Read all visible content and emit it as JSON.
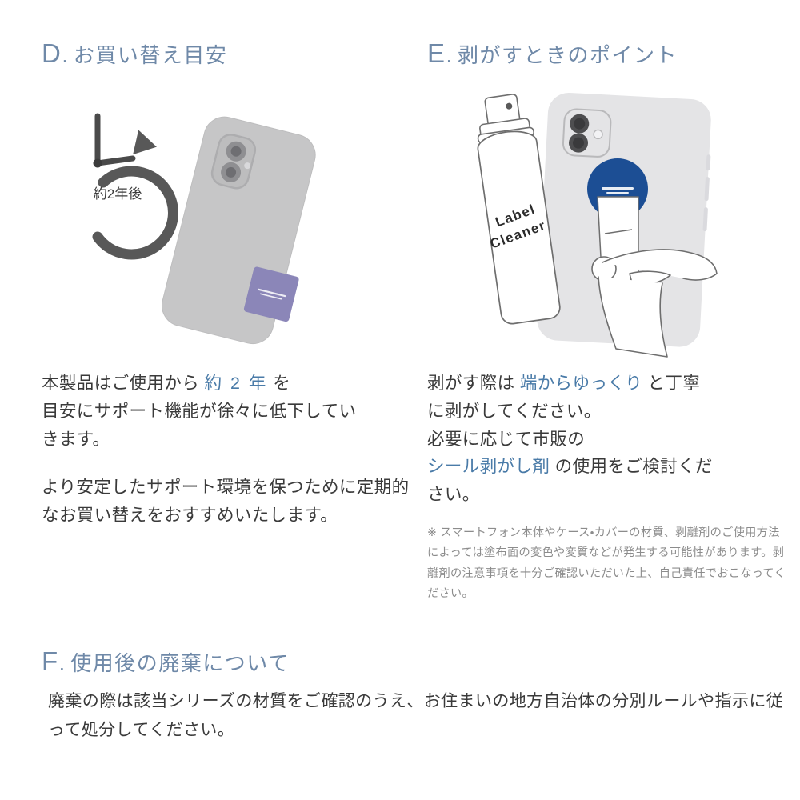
{
  "sections": {
    "d": {
      "letter": "D",
      "dot": ".",
      "title": "お買い替え目安",
      "illustration": {
        "clock_label": "約2年後",
        "clock_icon": "clock-rotate-arrow-icon",
        "phone_icon": "smartphone-back-icon",
        "sticker_icon": "purple-sticker-icon"
      },
      "paragraph1": {
        "pre": "本製品はご使用から ",
        "accent": "約 2 年",
        "post": " を",
        "line2": "目安にサポート機能が徐々に低下してい",
        "line3": "きます。"
      },
      "paragraph2": "より安定したサポート環境を保つために定期的なお買い替えをおすすめいたします。"
    },
    "e": {
      "letter": "E",
      "dot": ".",
      "title": "剥がすときのポイント",
      "illustration": {
        "spray_label_line1": "Label",
        "spray_label_line2": "Cleaner",
        "spray_icon": "spray-can-icon",
        "phone_icon": "smartphone-back-icon",
        "sticker_icon": "blue-round-sticker-icon",
        "hand_icon": "hand-peeling-icon"
      },
      "paragraph1": {
        "pre": "剥がす際は ",
        "accent": "端からゆっくり",
        "post": " と丁寧",
        "line2": "に剥がしてください。",
        "line3": "必要に応じて市販の"
      },
      "paragraph2": {
        "accent": "シール剥がし剤",
        "post": " の使用をご検討くだ",
        "line2": "さい。"
      },
      "note": "※ スマートフォン本体やケース・カバーの材質、剥離剤のご使用方法によっては塗布面の変色や変質などが発生する可能性があります。剥離剤の注意事項を十分ご確認いただいた上、自己責任でおこなってください。"
    },
    "f": {
      "letter": "F",
      "dot": ".",
      "title": "使用後の廃棄について",
      "body": "廃棄の際は該当シリーズの材質をご確認のうえ、お住まいの地方自治体の分別ルールや指示に従って処分してください。"
    }
  },
  "colors": {
    "heading_blue": "#6f89a8",
    "accent_blue": "#4a7ba8",
    "body_gray": "#3a3a3a",
    "note_gray": "#8c8c8c",
    "phone_gray": "#c9c9c9",
    "phone_light_gray": "#e4e4e6",
    "sticker_purple": "#8b86b8",
    "sticker_blue": "#1c4e94",
    "clock_gray": "#5a5a5a",
    "outline_gray": "#6e6e6e",
    "background": "#ffffff"
  }
}
